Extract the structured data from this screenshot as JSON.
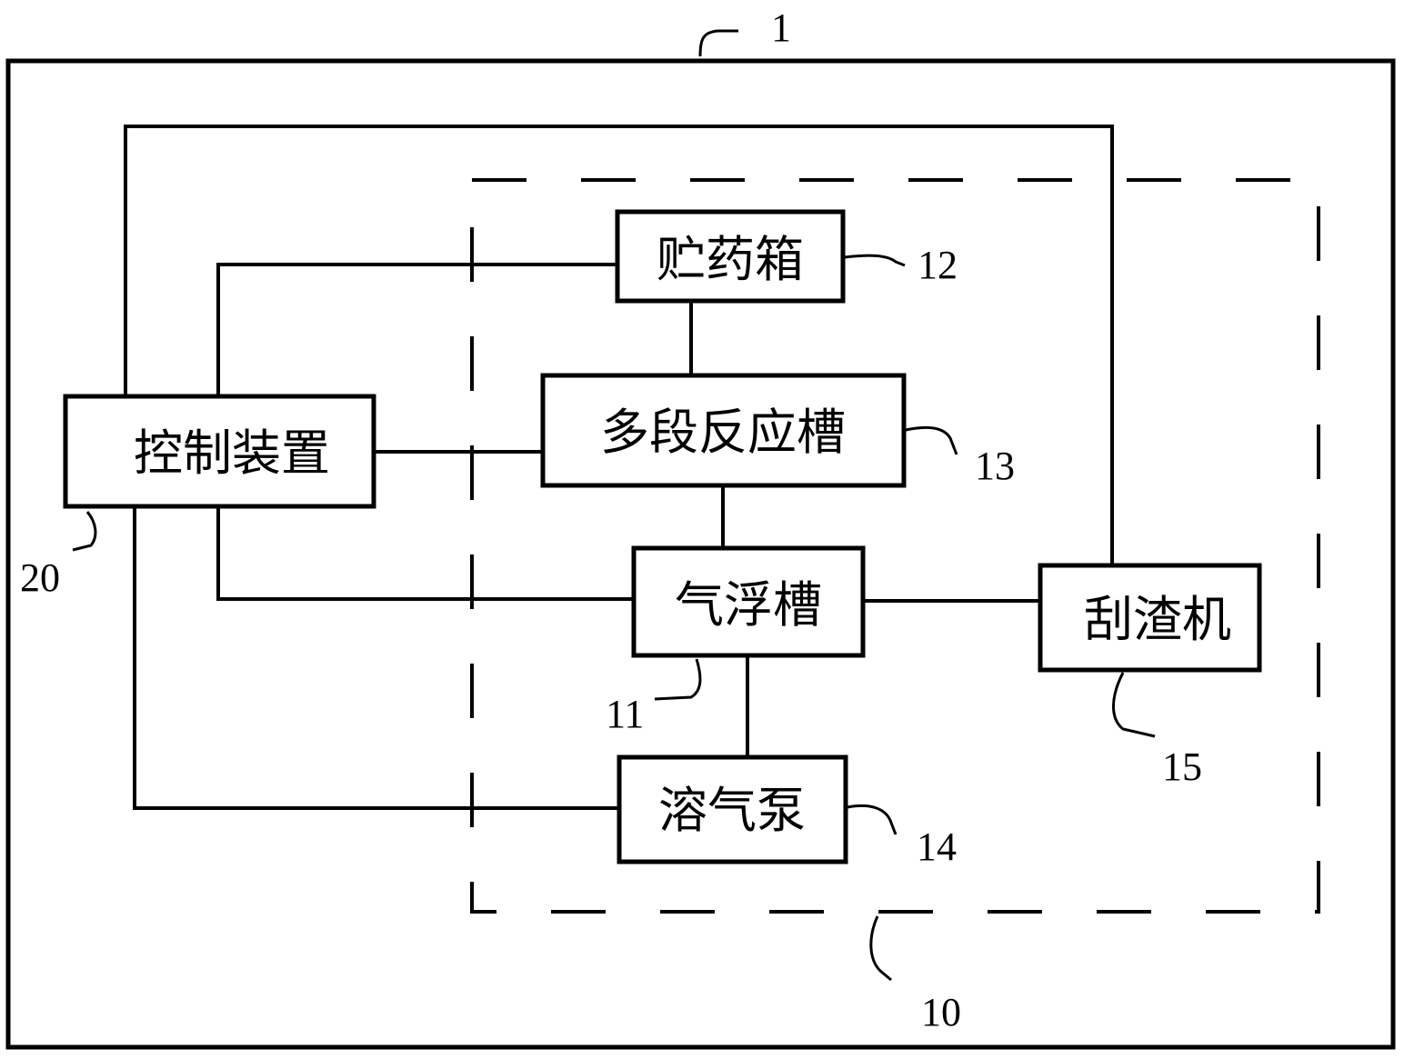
{
  "diagram": {
    "nodes": {
      "storage_tank": {
        "label": "贮药箱",
        "ref": "12"
      },
      "reaction_tank": {
        "label": "多段反应槽",
        "ref": "13"
      },
      "control_device": {
        "label": "控制装置",
        "ref": "20"
      },
      "flotation_tank": {
        "label": "气浮槽",
        "ref": "11"
      },
      "scraper": {
        "label": "刮渣机",
        "ref": "15"
      },
      "dissolved_air_pump": {
        "label": "溶气泵",
        "ref": "14"
      }
    },
    "groups": {
      "outer_system": {
        "ref": "1"
      },
      "treatment_unit": {
        "ref": "10"
      }
    },
    "edges": [
      {
        "from": "control_device",
        "to": "storage_tank"
      },
      {
        "from": "control_device",
        "to": "reaction_tank"
      },
      {
        "from": "control_device",
        "to": "flotation_tank"
      },
      {
        "from": "control_device",
        "to": "dissolved_air_pump"
      },
      {
        "from": "control_device",
        "to": "scraper"
      },
      {
        "from": "storage_tank",
        "to": "reaction_tank"
      },
      {
        "from": "reaction_tank",
        "to": "flotation_tank"
      },
      {
        "from": "flotation_tank",
        "to": "dissolved_air_pump"
      },
      {
        "from": "flotation_tank",
        "to": "scraper"
      }
    ]
  }
}
